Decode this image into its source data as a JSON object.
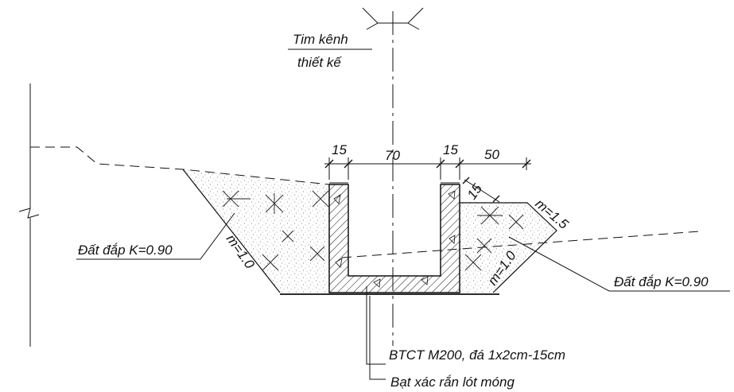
{
  "labels": {
    "centerline_top": "Tim kênh",
    "centerline_bottom": "thiết kế",
    "fill_left": "Đất đắp K=0.90",
    "fill_right": "Đất đắp K=0.90",
    "concrete_spec": "BTCT M200, đá 1x2cm-15cm",
    "underlay": "Bạt xác rắn lót móng"
  },
  "dimensions": {
    "left_wall": "15",
    "channel_width": "70",
    "right_wall": "15",
    "berm": "50",
    "berm_thickness": "15"
  },
  "slopes": {
    "left_slope": "m=1.0",
    "right_slope": "m=1.0",
    "right_top_slope": "m=1.5"
  },
  "colors": {
    "line": "#111111",
    "stipple": "#777777"
  }
}
